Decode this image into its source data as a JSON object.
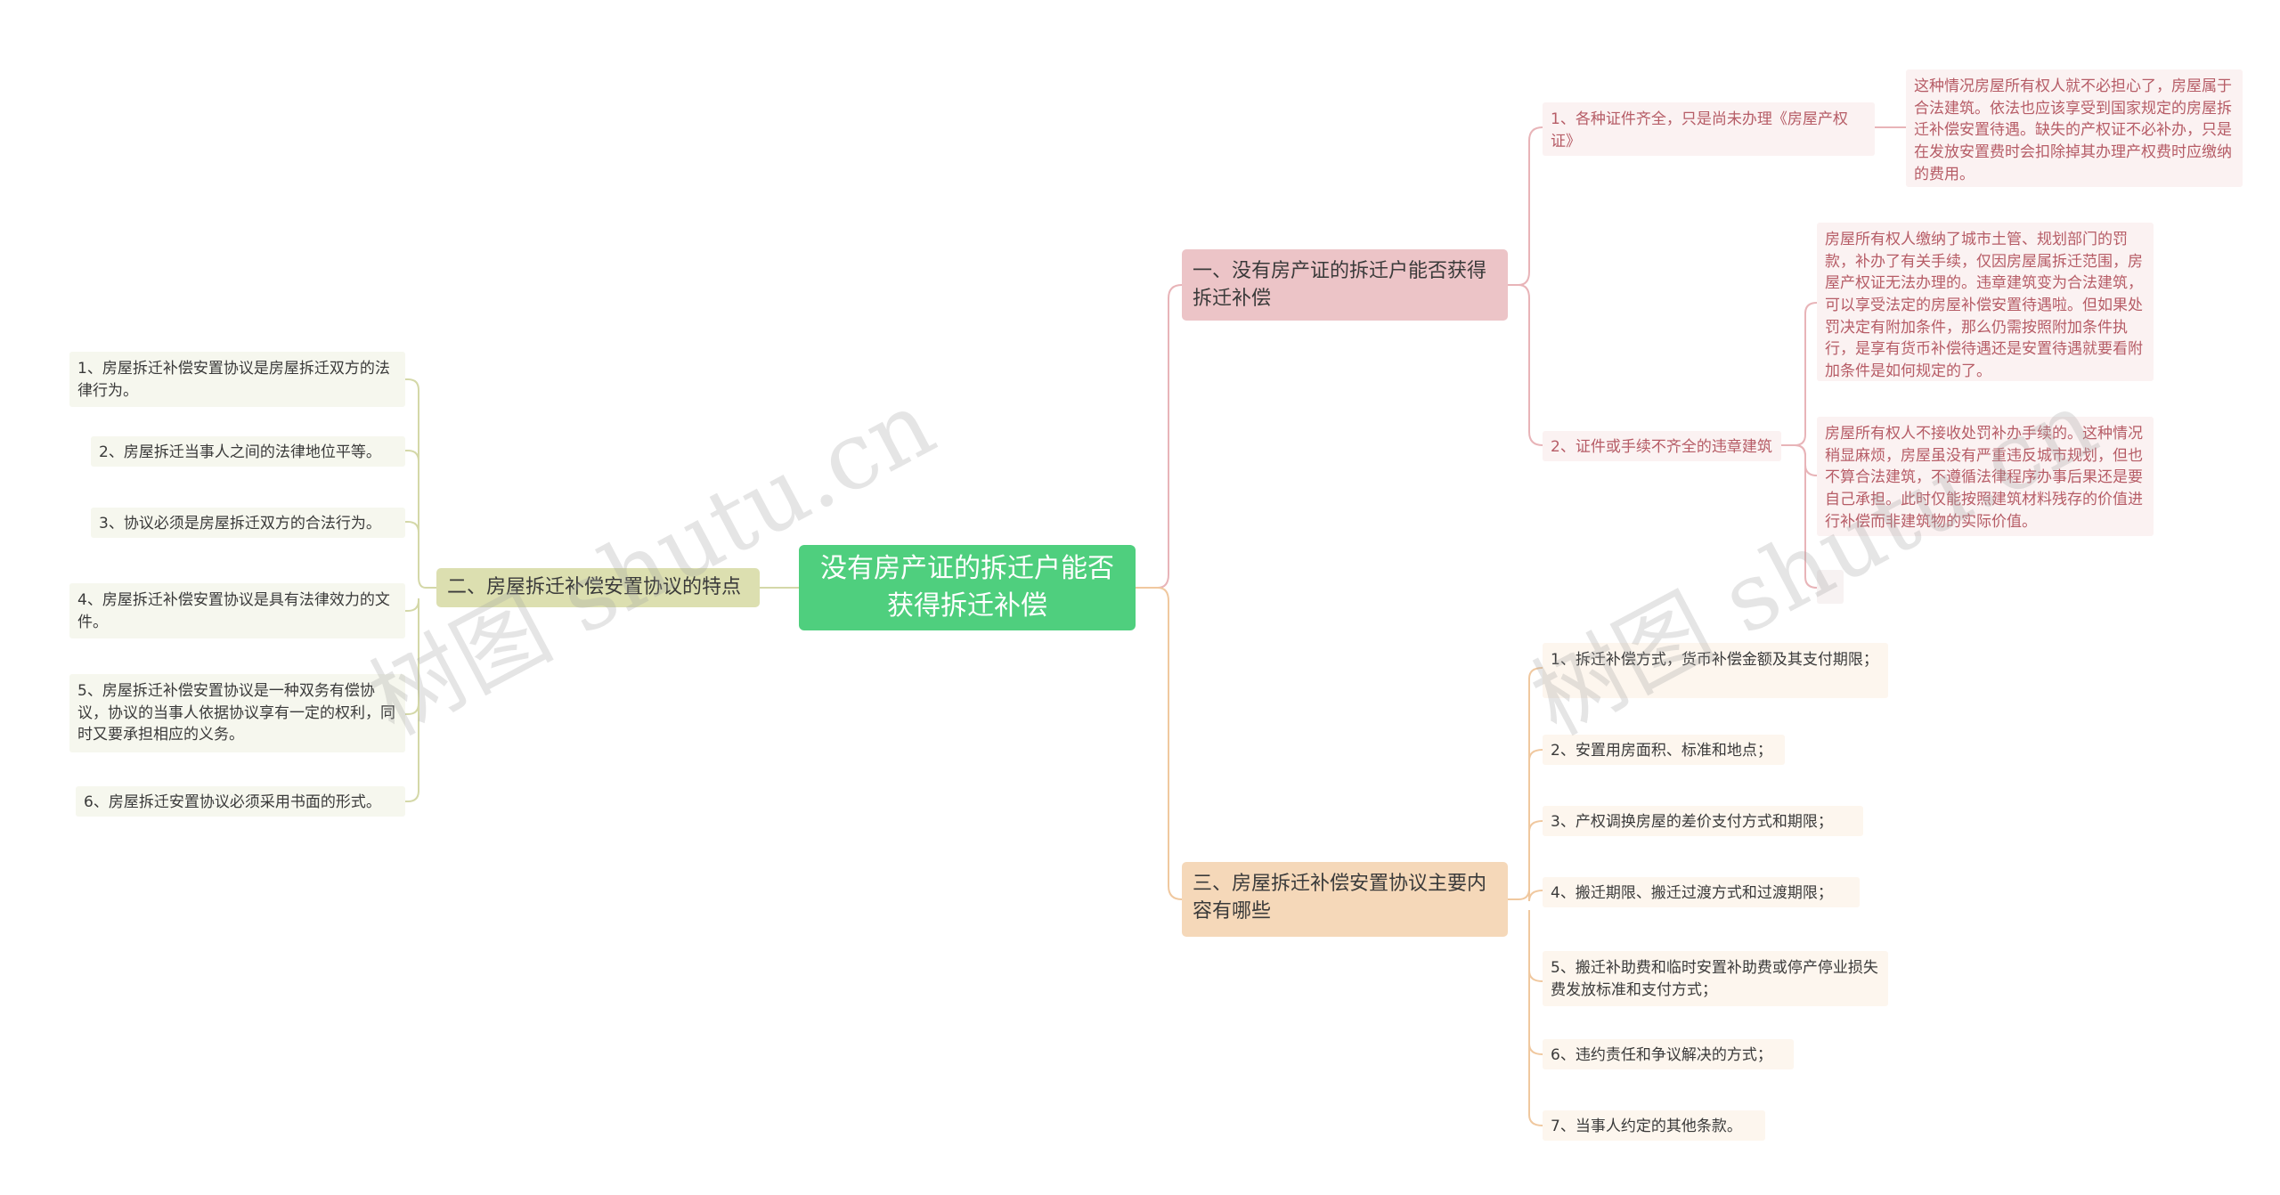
{
  "root": {
    "title": "没有房产证的拆迁户能否获得拆迁补偿"
  },
  "branch1": {
    "title": "一、没有房产证的拆迁户能否获得拆迁补偿",
    "sub1": {
      "label": "1、各种证件齐全，只是尚未办理《房屋产权证》",
      "detail": "这种情况房屋所有权人就不必担心了，房屋属于合法建筑。依法也应该享受到国家规定的房屋拆迁补偿安置待遇。缺失的产权证不必补办，只是在发放安置费时会扣除掉其办理产权费时应缴纳的费用。"
    },
    "sub2": {
      "label": "2、证件或手续不齐全的违章建筑",
      "detail1": "房屋所有权人缴纳了城市土管、规划部门的罚款，补办了有关手续，仅因房屋属拆迁范围，房屋产权证无法办理的。违章建筑变为合法建筑，可以享受法定的房屋补偿安置待遇啦。但如果处罚决定有附加条件，那么仍需按照附加条件执行，是享有货币补偿待遇还是安置待遇就要看附加条件是如何规定的了。",
      "detail2": "房屋所有权人不接收处罚补办手续的。这种情况稍显麻烦，房屋虽没有严重违反城市规划，但也不算合法建筑，不遵循法律程序办事后果还是要自己承担。此时仅能按照建筑材料残存的价值进行补偿而非建筑物的实际价值。"
    }
  },
  "branch2": {
    "title": "二、房屋拆迁补偿安置协议的特点",
    "items": [
      "1、房屋拆迁补偿安置协议是房屋拆迁双方的法律行为。",
      "2、房屋拆迁当事人之间的法律地位平等。",
      "3、协议必须是房屋拆迁双方的合法行为。",
      "4、房屋拆迁补偿安置协议是具有法律效力的文件。",
      "5、房屋拆迁补偿安置协议是一种双务有偿协议，协议的当事人依据协议享有一定的权利，同时又要承担相应的义务。",
      "6、房屋拆迁安置协议必须采用书面的形式。"
    ]
  },
  "branch3": {
    "title": "三、房屋拆迁补偿安置协议主要内容有哪些",
    "items": [
      "1、拆迁补偿方式，货币补偿金额及其支付期限；",
      "2、安置用房面积、标准和地点；",
      "3、产权调换房屋的差价支付方式和期限；",
      "4、搬迁期限、搬迁过渡方式和过渡期限；",
      "5、搬迁补助费和临时安置补助费或停产停业损失费发放标准和支付方式；",
      "6、违约责任和争议解决的方式；",
      "7、当事人约定的其他条款。"
    ]
  },
  "watermark": {
    "text": "树图 shutu.cn"
  },
  "colors": {
    "root": "#4fcf7e",
    "branch1": "#ecc4c7",
    "branch2": "#dcdfb0",
    "branch3": "#f5d8b9",
    "line1": "#e8b4b8",
    "line2": "#d4d8a8",
    "line3": "#f0c89f"
  }
}
